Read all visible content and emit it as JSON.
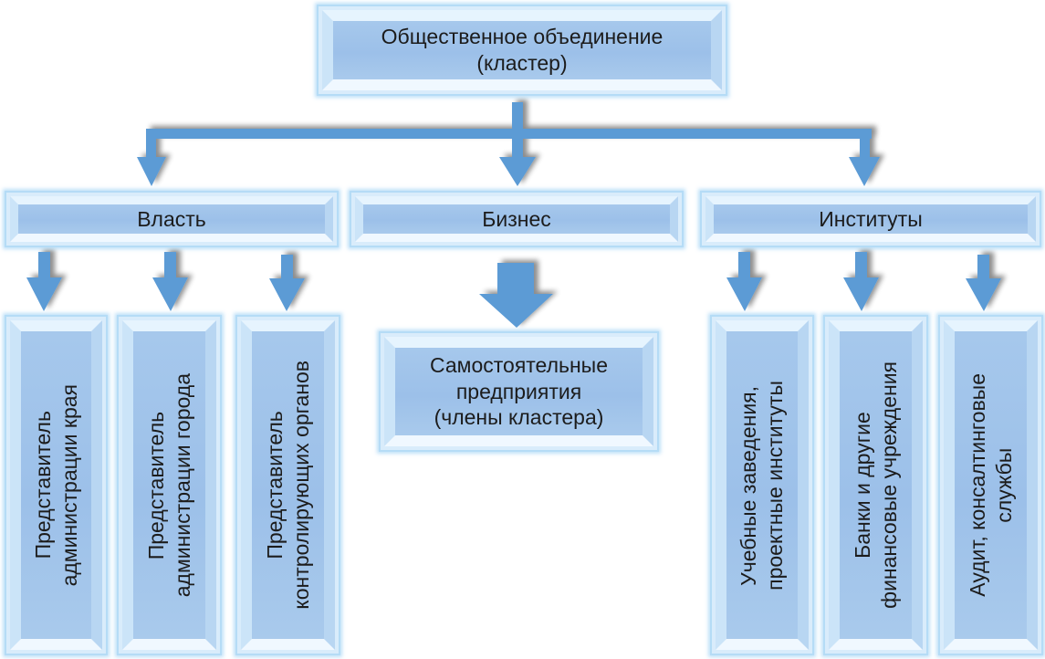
{
  "diagram": {
    "root": {
      "label": "Общественное объединение\n(кластер)"
    },
    "branches": [
      {
        "label": "Власть",
        "children": [
          {
            "label": "Представитель\nадминистрации края"
          },
          {
            "label": "Представитель\nадминистрации города"
          },
          {
            "label": "Представитель\nконтролирующих органов"
          }
        ]
      },
      {
        "label": "Бизнес",
        "children": [
          {
            "label": "Самостоятельные\nпредприятия\n(члены кластера)"
          }
        ]
      },
      {
        "label": "Институты",
        "children": [
          {
            "label": "Учебные заведения,\nпроектные институты"
          },
          {
            "label": "Банки и другие\nфинансовые учреждения"
          },
          {
            "label": "Аудит,  консалтинговые\nслужбы"
          }
        ]
      }
    ]
  },
  "colors": {
    "arrow": "#5b9bd5",
    "box_fill": "#a2c4ea",
    "box_edge": "#b5dcf6"
  }
}
